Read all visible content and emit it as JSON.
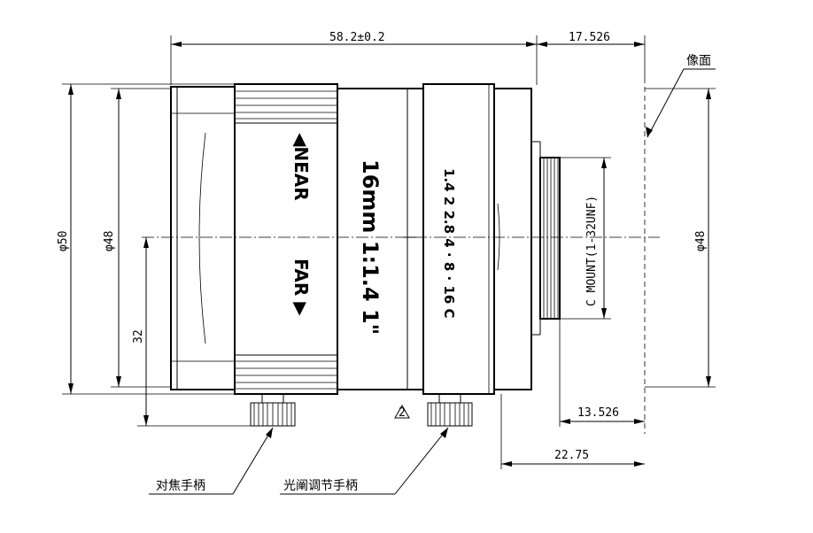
{
  "dimensions": {
    "total_length": "58.2±0.2",
    "flange_distance": "17.526",
    "diameter_outer": "φ50",
    "diameter_inner": "φ48",
    "diameter_right": "φ48",
    "height_32": "32",
    "mount_back": "13.526",
    "rear_extent": "22.75"
  },
  "labels": {
    "image_plane": "像面",
    "focus_handle": "对焦手柄",
    "iris_handle": "光阐调节手柄",
    "mount": "C MOUNT(1-32UNF)",
    "near": "◀NEAR",
    "far": "FAR ▶",
    "lens_model": "16mm 1:1.4 1\"",
    "f_numbers": "1.4 2 2.8  4 · 8 · 16  C",
    "note_number": "2"
  }
}
